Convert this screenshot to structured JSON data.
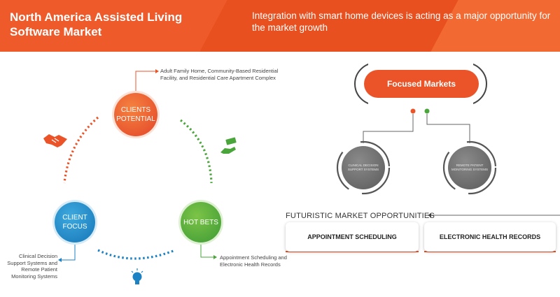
{
  "header": {
    "title": "North America Assisted Living Software Market",
    "subtitle": "Integration with smart home devices is acting as a major opportunity for the market growth"
  },
  "cycle": {
    "clients_potential": "CLIENTS POTENTIAL",
    "client_focus": "CLIENT FOCUS",
    "hot_bets": "HOT BETS",
    "clients_potential_note": "Adult Family Home, Community-Based Residential Facility, and Residential Care Apartment Complex",
    "client_focus_note": "Clinical Decision Support Systems and Remote Patient Monitoring Systems",
    "hot_bets_note": "Appointment Scheduling and Electronic Health Records"
  },
  "focused_markets": {
    "label": "Focused Markets",
    "items": [
      "CLINICAL DECISION SUPPORT SYSTEMS",
      "REMOTE PATIENT MONITORING SYSTEMS"
    ]
  },
  "futuristic": {
    "heading": "FUTURISTIC MARKET OPPORTUNITIES",
    "items": [
      "APPOINTMENT SCHEDULING",
      "ELECTRONIC HEALTH RECORDS"
    ]
  },
  "colors": {
    "orange": "#ea5428",
    "blue": "#1c82c4",
    "green": "#4aa63b",
    "gray": "#6a6a6a"
  },
  "icons": [
    "handshake-icon",
    "money-hand-icon",
    "lightbulb-icon"
  ]
}
